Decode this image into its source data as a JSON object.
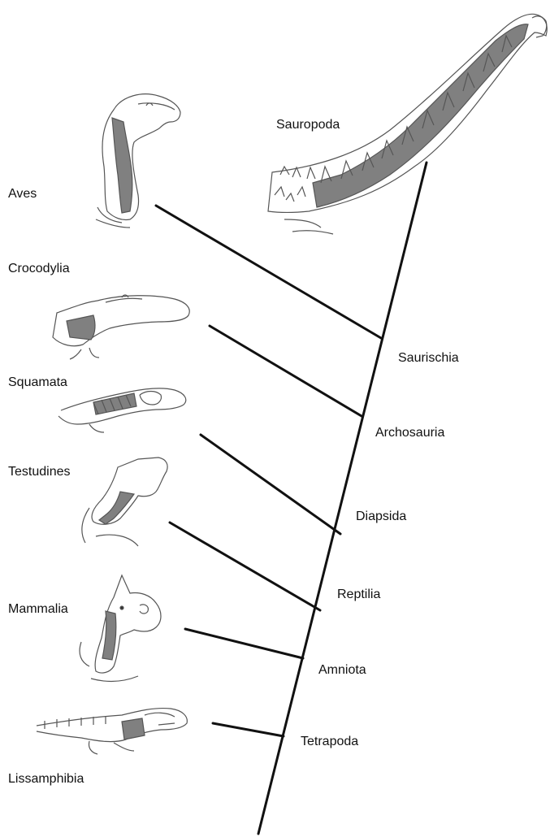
{
  "taxa": {
    "sauropoda": "Sauropoda",
    "aves": "Aves",
    "crocodylia": "Crocodylia",
    "squamata": "Squamata",
    "testudines": "Testudines",
    "mammalia": "Mammalia",
    "lissamphibia": "Lissamphibia"
  },
  "clades": {
    "saurischia": "Saurischia",
    "archosauria": "Archosauria",
    "diapsida": "Diapsida",
    "reptilia": "Reptilia",
    "amniota": "Amniota",
    "tetrapoda": "Tetrapoda"
  },
  "colors": {
    "line": "#111111",
    "outline": "#555555",
    "fill": "#808080",
    "light": "#9a9a9a"
  }
}
